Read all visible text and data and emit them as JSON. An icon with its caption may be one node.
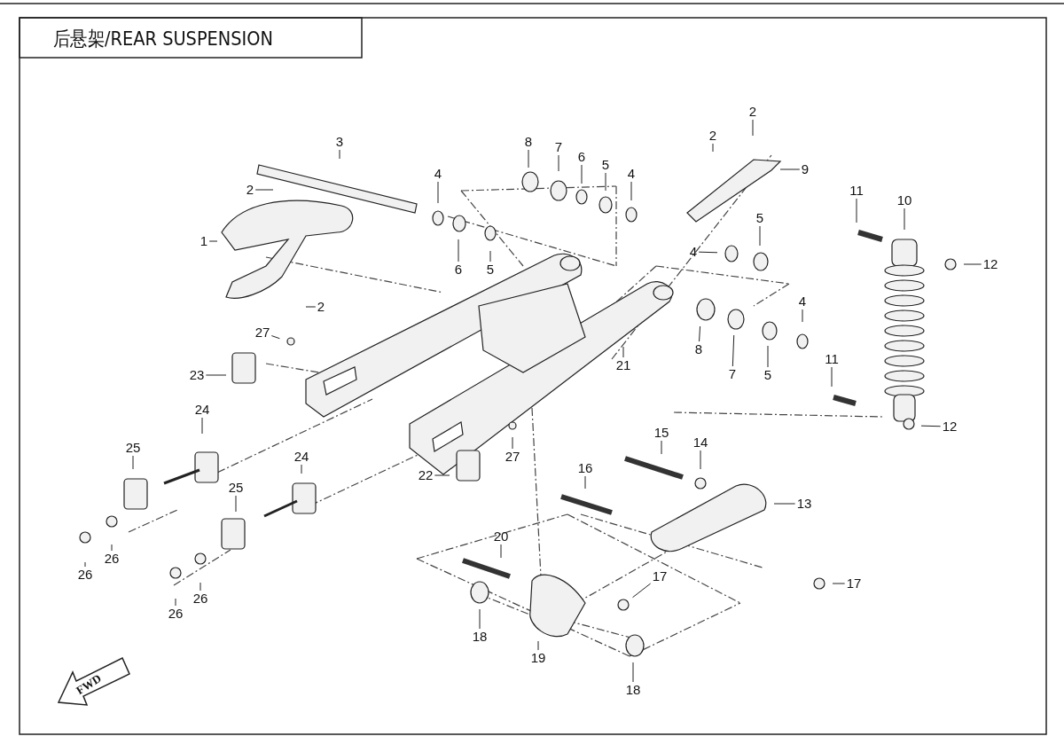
{
  "diagram": {
    "title": "后悬架/REAR SUSPENSION",
    "nodes": [
      {
        "text": [
          "2"
        ]
      },
      {
        "text": [
          "3"
        ]
      },
      {
        "text": [
          "8"
        ]
      },
      {
        "text": [
          "7"
        ]
      },
      {
        "text": [
          "6"
        ]
      },
      {
        "text": [
          "5"
        ]
      },
      {
        "text": [
          "4"
        ]
      },
      {
        "text": [
          "2"
        ]
      },
      {
        "text": [
          "2"
        ]
      },
      {
        "text": [
          "9"
        ]
      },
      {
        "text": [
          "4"
        ]
      },
      {
        "text": [
          "11"
        ]
      },
      {
        "text": [
          "10"
        ]
      },
      {
        "text": [
          "1"
        ]
      },
      {
        "text": [
          "5"
        ]
      },
      {
        "text": [
          "6"
        ]
      },
      {
        "text": [
          "5"
        ]
      },
      {
        "text": [
          "4"
        ]
      },
      {
        "text": [
          "12"
        ]
      },
      {
        "text": [
          "2"
        ]
      },
      {
        "text": [
          "27"
        ]
      },
      {
        "text": [
          "4"
        ]
      },
      {
        "text": [
          "8"
        ]
      },
      {
        "text": [
          "21"
        ]
      },
      {
        "text": [
          "11"
        ]
      },
      {
        "text": [
          "23"
        ]
      },
      {
        "text": [
          "7"
        ]
      },
      {
        "text": [
          "5"
        ]
      },
      {
        "text": [
          "24"
        ]
      },
      {
        "text": [
          "12"
        ]
      },
      {
        "text": [
          "15"
        ]
      },
      {
        "text": [
          "25"
        ]
      },
      {
        "text": [
          "14"
        ]
      },
      {
        "text": [
          "24"
        ]
      },
      {
        "text": [
          "27"
        ]
      },
      {
        "text": [
          "16"
        ]
      },
      {
        "text": [
          "22"
        ]
      },
      {
        "text": [
          "25"
        ]
      },
      {
        "text": [
          "13"
        ]
      },
      {
        "text": [
          "20"
        ]
      },
      {
        "text": [
          "26"
        ]
      },
      {
        "text": [
          "26"
        ]
      },
      {
        "text": [
          "17"
        ]
      },
      {
        "text": [
          "17"
        ]
      },
      {
        "text": [
          "26"
        ]
      },
      {
        "text": [
          "26"
        ]
      },
      {
        "text": [
          "18"
        ]
      },
      {
        "text": [
          "19"
        ]
      },
      {
        "text": [
          "18"
        ]
      }
    ],
    "edges": [
      {
        "from": 0,
        "to": null,
        "arrow": "none"
      },
      {
        "from": 1,
        "to": null,
        "arrow": "none"
      },
      {
        "from": 2,
        "to": null,
        "arrow": "none"
      },
      {
        "from": 3,
        "to": null,
        "arrow": "none"
      },
      {
        "from": 4,
        "to": null,
        "arrow": "none"
      },
      {
        "from": 5,
        "to": null,
        "arrow": "none"
      },
      {
        "from": 6,
        "to": null,
        "arrow": "none"
      },
      {
        "from": 7,
        "to": null,
        "arrow": "none"
      },
      {
        "from": 8,
        "to": null,
        "arrow": "none"
      },
      {
        "from": 9,
        "to": null,
        "arrow": "none"
      },
      {
        "from": 10,
        "to": null,
        "arrow": "none"
      },
      {
        "from": 11,
        "to": null,
        "arrow": "none"
      },
      {
        "from": 12,
        "to": null,
        "arrow": "none"
      },
      {
        "from": 13,
        "to": null,
        "arrow": "none"
      },
      {
        "from": 14,
        "to": null,
        "arrow": "none"
      },
      {
        "from": 15,
        "to": null,
        "arrow": "none"
      },
      {
        "from": 16,
        "to": null,
        "arrow": "none"
      },
      {
        "from": 17,
        "to": null,
        "arrow": "none"
      },
      {
        "from": 18,
        "to": null,
        "arrow": "none"
      },
      {
        "from": 19,
        "to": null,
        "arrow": "none"
      },
      {
        "from": 20,
        "to": null,
        "arrow": "none"
      },
      {
        "from": 21,
        "to": null,
        "arrow": "none"
      },
      {
        "from": 22,
        "to": null,
        "arrow": "none"
      },
      {
        "from": 23,
        "to": null,
        "arrow": "none"
      },
      {
        "from": 24,
        "to": null,
        "arrow": "none"
      },
      {
        "from": 25,
        "to": null,
        "arrow": "none"
      },
      {
        "from": 26,
        "to": null,
        "arrow": "none"
      },
      {
        "from": 27,
        "to": null,
        "arrow": "none"
      },
      {
        "from": 28,
        "to": null,
        "arrow": "none"
      },
      {
        "from": 29,
        "to": null,
        "arrow": "none"
      },
      {
        "from": 30,
        "to": null,
        "arrow": "none"
      },
      {
        "from": 31,
        "to": null,
        "arrow": "none"
      },
      {
        "from": 32,
        "to": null,
        "arrow": "none"
      },
      {
        "from": 33,
        "to": null,
        "arrow": "none"
      },
      {
        "from": 34,
        "to": null,
        "arrow": "none"
      },
      {
        "from": 35,
        "to": null,
        "arrow": "none"
      },
      {
        "from": 36,
        "to": null,
        "arrow": "none"
      },
      {
        "from": 37,
        "to": null,
        "arrow": "none"
      },
      {
        "from": 38,
        "to": null,
        "arrow": "none"
      },
      {
        "from": 39,
        "to": null,
        "arrow": "none"
      },
      {
        "from": 40,
        "to": null,
        "arrow": "none"
      },
      {
        "from": 41,
        "to": null,
        "arrow": "none"
      },
      {
        "from": 42,
        "to": null,
        "arrow": "none"
      },
      {
        "from": 43,
        "to": null,
        "arrow": "none"
      },
      {
        "from": 44,
        "to": null,
        "arrow": "none"
      },
      {
        "from": 45,
        "to": null,
        "arrow": "none"
      },
      {
        "from": 46,
        "to": null,
        "arrow": "none"
      },
      {
        "from": 47,
        "to": null,
        "arrow": "none"
      },
      {
        "from": 48,
        "to": null,
        "arrow": "none"
      }
    ],
    "labels": [
      "FWD"
    ]
  }
}
